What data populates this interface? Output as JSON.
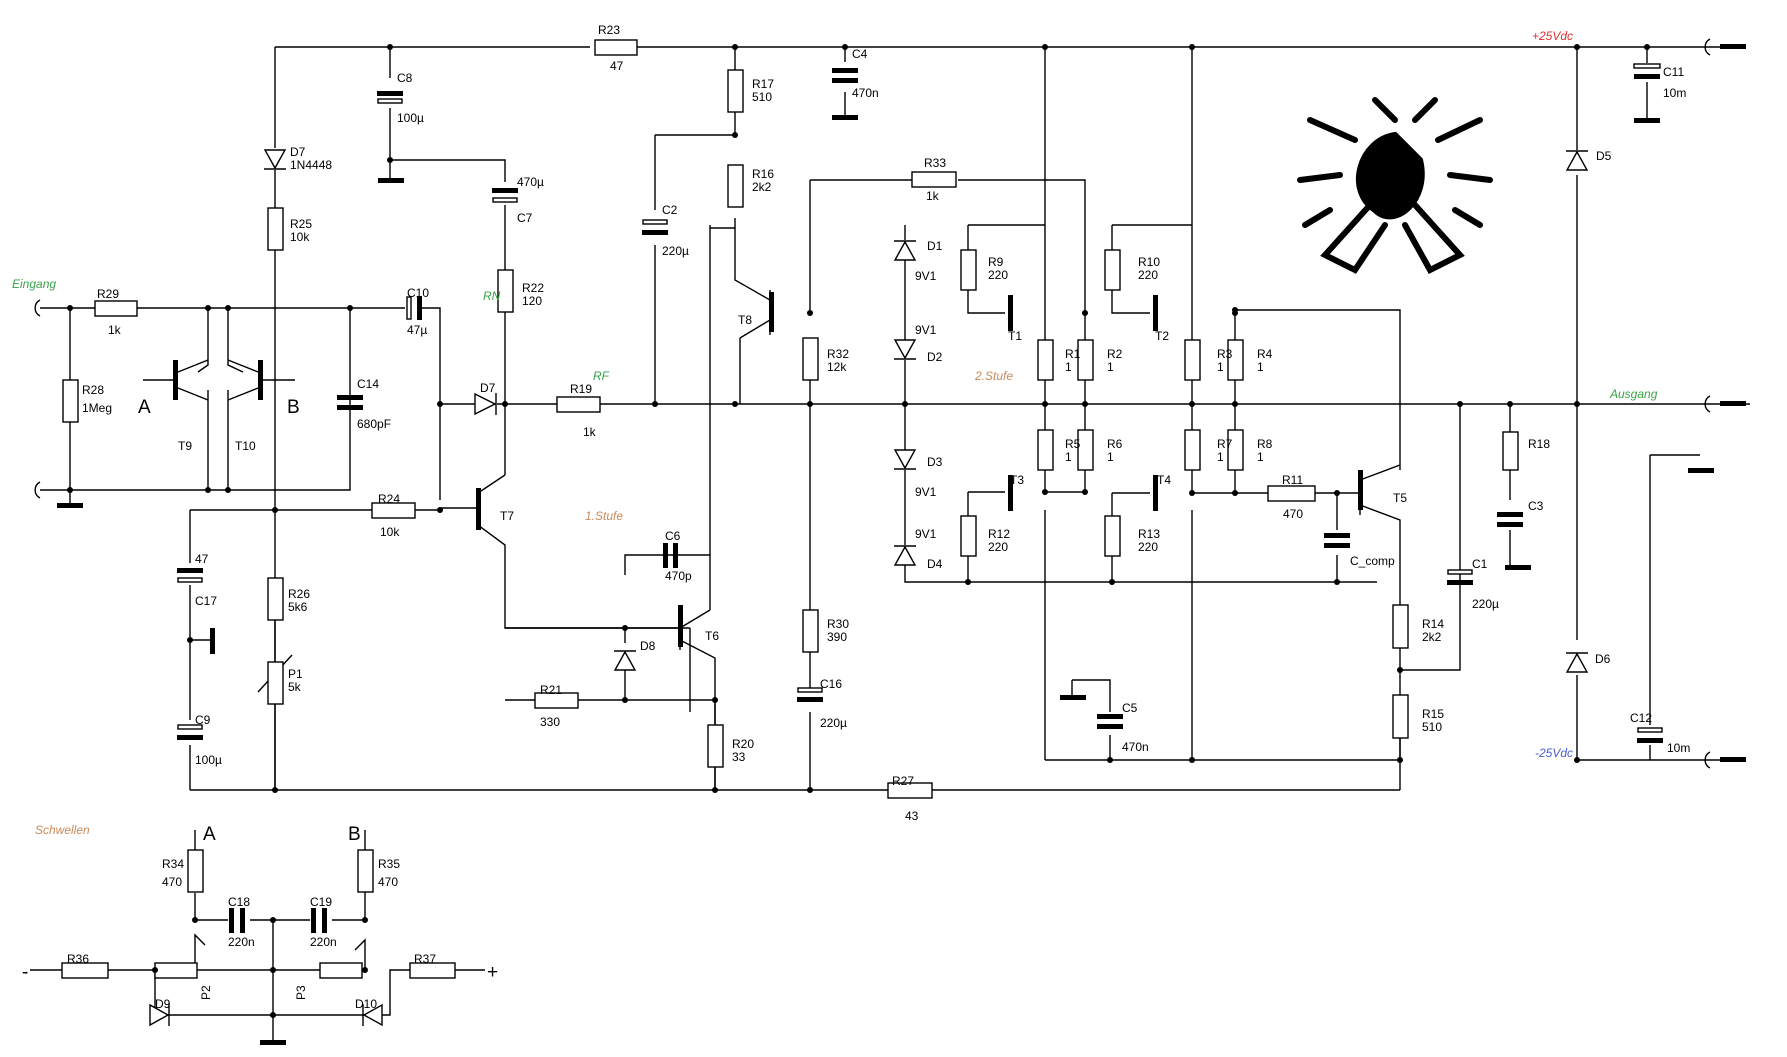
{
  "labels": {
    "eingang": "Eingang",
    "ausgang": "Ausgang",
    "pos_supply": "+25Vdc",
    "neg_supply": "-25Vdc",
    "rn": "RN",
    "rf": "RF",
    "stage1": "1.Stufe",
    "stage2": "2.Stufe",
    "schwellen": "Schwellen",
    "a": "A",
    "b": "B",
    "minus": "-",
    "plus": "+"
  },
  "components": [
    {
      "id": "R23",
      "value": "47"
    },
    {
      "id": "C8",
      "value": "100µ"
    },
    {
      "id": "C4",
      "value": "470n"
    },
    {
      "id": "C11",
      "value": "10m"
    },
    {
      "id": "R17",
      "value": "510"
    },
    {
      "id": "R16",
      "value": "2k2"
    },
    {
      "id": "R33",
      "value": "1k"
    },
    {
      "id": "C2",
      "value": "220µ"
    },
    {
      "id": "C7",
      "value": "470µ"
    },
    {
      "id": "R22",
      "value": "120"
    },
    {
      "id": "D7",
      "value": "1N4448"
    },
    {
      "id": "R25",
      "value": "10k"
    },
    {
      "id": "R29",
      "value": "1k"
    },
    {
      "id": "R28",
      "value": "1Meg"
    },
    {
      "id": "C10",
      "value": "47µ"
    },
    {
      "id": "C14",
      "value": "680pF"
    },
    {
      "id": "R19",
      "value": "1k"
    },
    {
      "id": "R24",
      "value": "10k"
    },
    {
      "id": "C17",
      "value": "47"
    },
    {
      "id": "C9",
      "value": "100µ"
    },
    {
      "id": "R26",
      "value": "5k6"
    },
    {
      "id": "P1",
      "value": "5k"
    },
    {
      "id": "C6",
      "value": "470p"
    },
    {
      "id": "R21",
      "value": "330"
    },
    {
      "id": "R20",
      "value": "33"
    },
    {
      "id": "R32",
      "value": "12k"
    },
    {
      "id": "R30",
      "value": "390"
    },
    {
      "id": "C16",
      "value": "220µ"
    },
    {
      "id": "R27",
      "value": "43"
    },
    {
      "id": "D1",
      "value": "9V1"
    },
    {
      "id": "D2",
      "value": "9V1"
    },
    {
      "id": "D3",
      "value": "9V1"
    },
    {
      "id": "D4",
      "value": "9V1"
    },
    {
      "id": "R9",
      "value": "220"
    },
    {
      "id": "R10",
      "value": "220"
    },
    {
      "id": "R1",
      "value": "1"
    },
    {
      "id": "R2",
      "value": "1"
    },
    {
      "id": "R3",
      "value": "1"
    },
    {
      "id": "R4",
      "value": "1"
    },
    {
      "id": "R5",
      "value": "1"
    },
    {
      "id": "R6",
      "value": "1"
    },
    {
      "id": "R7",
      "value": "1"
    },
    {
      "id": "R8",
      "value": "1"
    },
    {
      "id": "R12",
      "value": "220"
    },
    {
      "id": "R13",
      "value": "220"
    },
    {
      "id": "R11",
      "value": "470"
    },
    {
      "id": "R14",
      "value": "2k2"
    },
    {
      "id": "R15",
      "value": "510"
    },
    {
      "id": "C1",
      "value": "220µ"
    },
    {
      "id": "C5",
      "value": "470n"
    },
    {
      "id": "C12",
      "value": "10m"
    },
    {
      "id": "R34",
      "value": "470"
    },
    {
      "id": "R35",
      "value": "470"
    },
    {
      "id": "C18",
      "value": "220n"
    },
    {
      "id": "C19",
      "value": "220n"
    }
  ],
  "names": {
    "t1": "T1",
    "t2": "T2",
    "t3": "T3",
    "t4": "T4",
    "t5": "T5",
    "t6": "T6",
    "t7": "T7",
    "t8": "T8",
    "t9": "T9",
    "t10": "T10",
    "d5": "D5",
    "d6": "D6",
    "d7b": "D7",
    "d8": "D8",
    "d9": "D9",
    "d10": "D10",
    "r18": "R18",
    "c3": "C3",
    "ccomp": "C_comp",
    "p2": "P2",
    "p3": "P3",
    "r36": "R36",
    "r37": "R37"
  }
}
